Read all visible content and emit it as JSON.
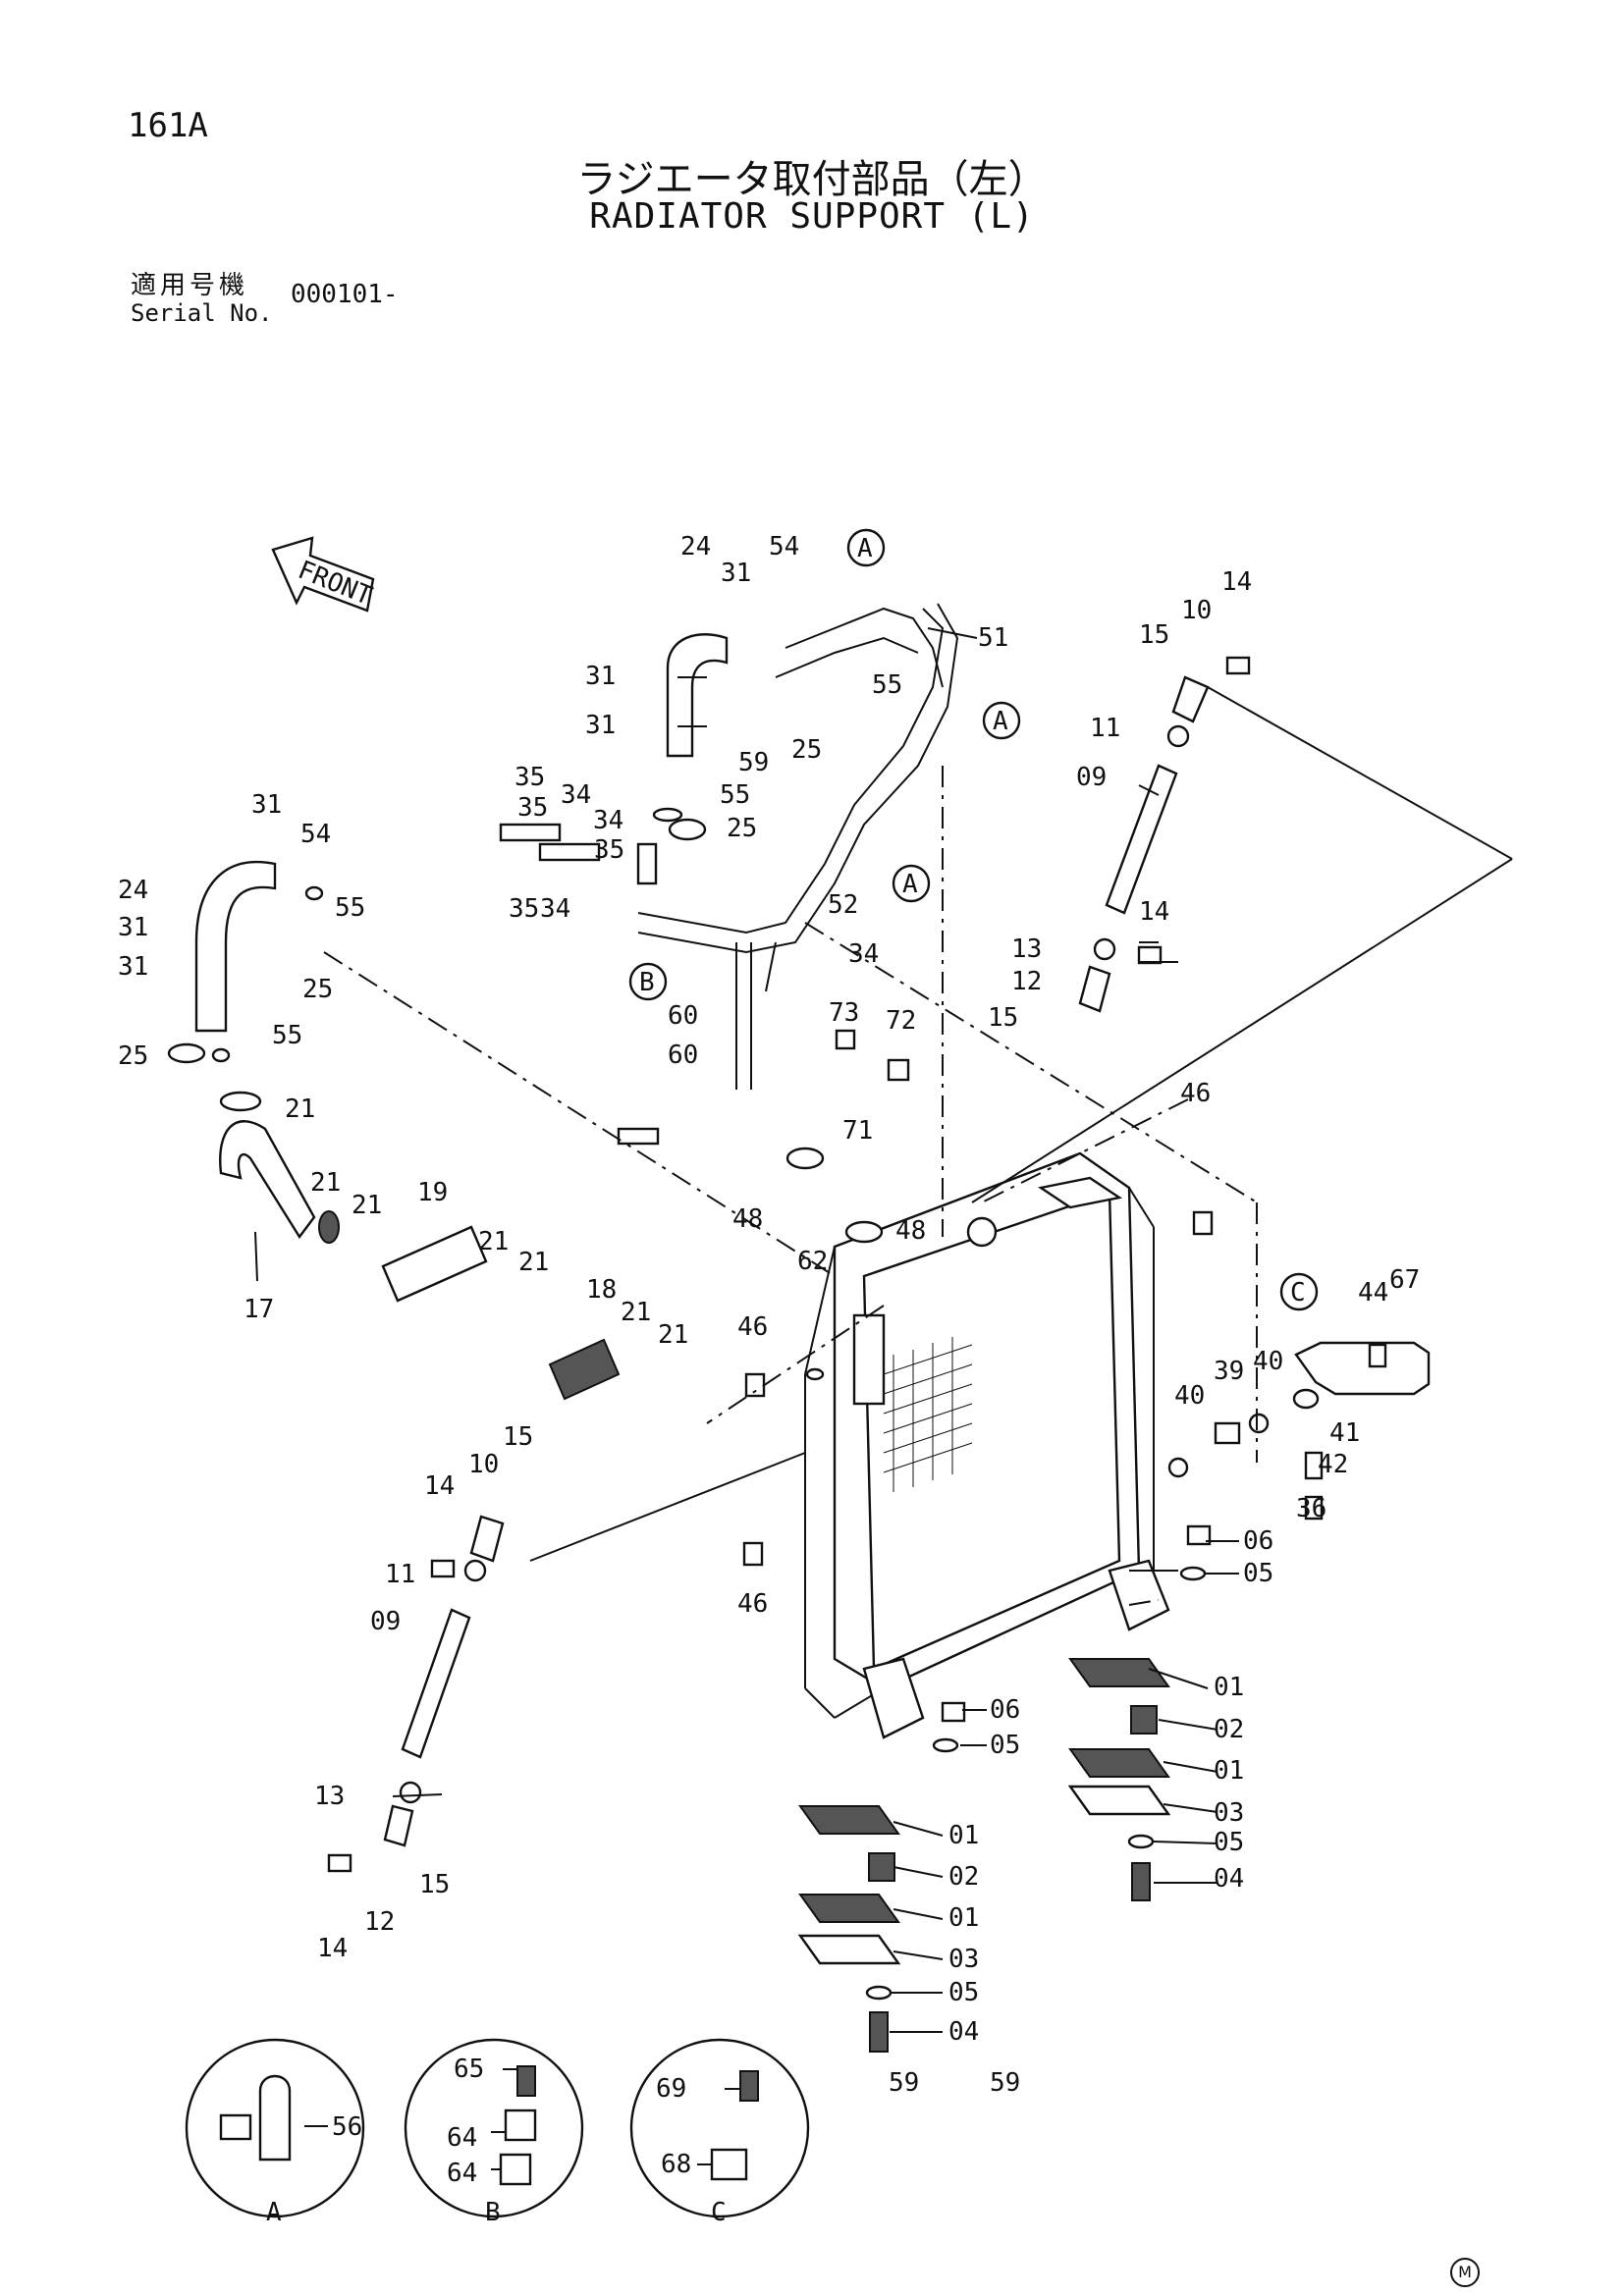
{
  "header": {
    "page_number": "161A",
    "title_jp": "ラジエータ取付部品（左）",
    "title_en": "RADIATOR SUPPORT (L)",
    "serial_label_jp": "適用号機",
    "serial_label_en": "Serial No.",
    "serial_value": "000101-"
  },
  "diagram": {
    "front_label": "FRONT",
    "part_numbers": [
      "01",
      "02",
      "03",
      "04",
      "05",
      "06",
      "09",
      "10",
      "11",
      "12",
      "13",
      "14",
      "15",
      "17",
      "18",
      "19",
      "21",
      "24",
      "25",
      "31",
      "34",
      "35",
      "36",
      "39",
      "40",
      "41",
      "42",
      "44",
      "46",
      "48",
      "51",
      "52",
      "54",
      "55",
      "56",
      "59",
      "60",
      "62",
      "64",
      "65",
      "67",
      "68",
      "69",
      "71",
      "72",
      "73"
    ],
    "detail_views": [
      "A",
      "B",
      "C"
    ],
    "mark": "M"
  }
}
